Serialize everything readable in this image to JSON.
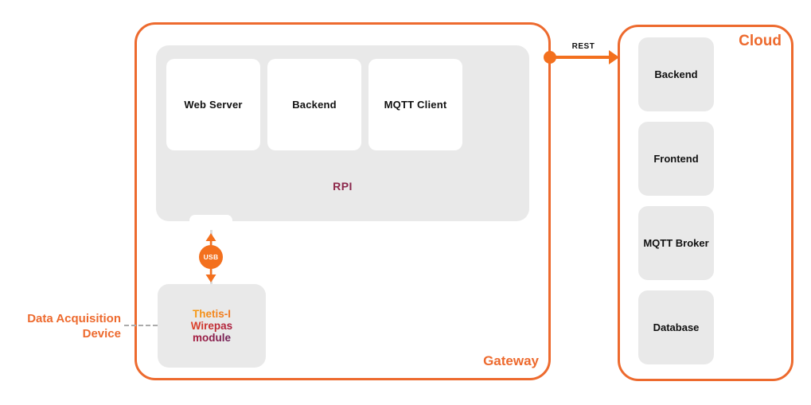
{
  "gateway": {
    "label": "Gateway",
    "rpi": {
      "label": "RPI",
      "components": [
        {
          "label": "Web Server"
        },
        {
          "label": "Backend"
        },
        {
          "label": "MQTT Client"
        }
      ]
    },
    "usb_link": {
      "label": "USB"
    },
    "module": {
      "lines": [
        "Thetis-I",
        "Wirepas",
        "module"
      ]
    }
  },
  "external": {
    "device_label": "Data Acquisition Device"
  },
  "rest_link": {
    "label": "REST"
  },
  "cloud": {
    "label": "Cloud",
    "services": [
      {
        "label": "Backend"
      },
      {
        "label": "Frontend"
      },
      {
        "label": "MQTT Broker"
      },
      {
        "label": "Database"
      }
    ]
  },
  "colors": {
    "accent_orange": "#ED6A2E",
    "bright_orange": "#F3701E",
    "panel_gray": "#E9E9E9",
    "text_dark": "#111111",
    "rpi_text_gradient": [
      "#C4372F",
      "#86254D",
      "#EE7425"
    ],
    "module_text_gradient": [
      "#F79C14",
      "#E04327",
      "#A91C3E",
      "#6E2158"
    ]
  }
}
